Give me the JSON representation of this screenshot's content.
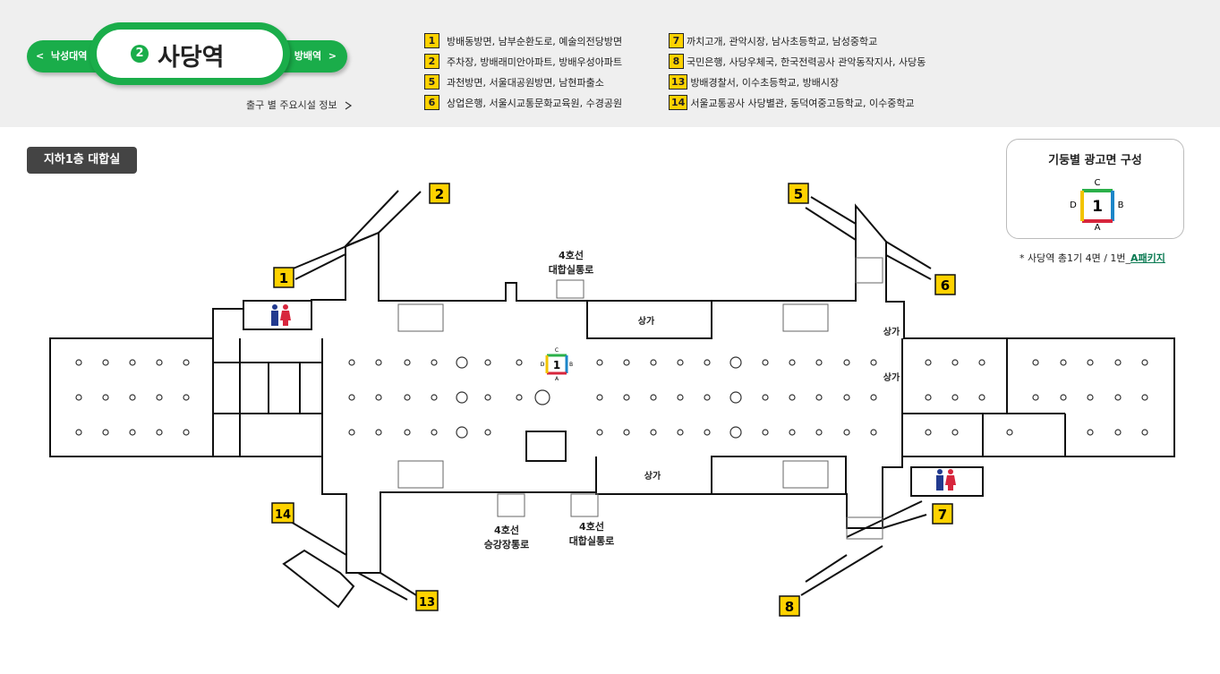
{
  "station": {
    "line_number": "2",
    "name": "사당역",
    "prev": "낙성대역",
    "next": "방배역",
    "prev_arrow": "<",
    "next_arrow": ">",
    "exit_info_link": "출구 별 주요시설 정보"
  },
  "exits_col1": [
    {
      "number": "1",
      "text": "방배동방면, 남부순환도로, 예술의전당방면"
    },
    {
      "number": "2",
      "text": "주차장, 방배래미안아파트, 방배우성아파트"
    },
    {
      "number": "5",
      "text": "과천방면, 서울대공원방면, 남현파출소"
    },
    {
      "number": "6",
      "text": "상업은행, 서울시교통문화교육원, 수경공원"
    }
  ],
  "exits_col2": [
    {
      "number": "7",
      "text": "까치고개, 관악시장, 남사초등학교, 남성중학교"
    },
    {
      "number": "8",
      "text": "국민은행, 사당우체국, 한국전력공사 관악동작지사, 사당동"
    },
    {
      "number": "13",
      "text": "방배경찰서, 이수초등학교, 방배시장"
    },
    {
      "number": "14",
      "text": "서울교통공사 사당별관, 동덕여중고등학교, 이수중학교"
    }
  ],
  "floor_label": "지하1층 대합실",
  "legend": {
    "title": "기둥별 광고면 구성",
    "pillar_number": "1",
    "sides": {
      "top": "C",
      "right": "B",
      "bottom": "A",
      "left": "D"
    },
    "note_prefix": "* 사당역 총1기 4면 / 1번_",
    "note_package": "A패키지"
  },
  "map": {
    "exit_markers": [
      "1",
      "2",
      "5",
      "6",
      "7",
      "8",
      "13",
      "14"
    ],
    "labels": {
      "transfer_line4_top_1": "4호선",
      "transfer_line4_top_2": "대합실통로",
      "transfer_line4_bottom_left_1": "4호선",
      "transfer_line4_bottom_left_2": "승강장통로",
      "transfer_line4_bottom_right_1": "4호선",
      "transfer_line4_bottom_right_2": "대합실통로",
      "shop_top": "상가",
      "shop_bottom": "상가",
      "shop_right_1": "상가",
      "shop_right_2": "상가"
    },
    "pillar_ad": {
      "number": "1",
      "top": "C",
      "right": "B",
      "bottom": "A",
      "left": "D"
    },
    "colors": {
      "line2_green": "#1aad4a",
      "exit_yellow": "#ffd200",
      "pillar_blue": "#1c86c8",
      "pillar_green": "#2bb04a",
      "pillar_red": "#d7263d",
      "pillar_yellow": "#f2c400",
      "restroom_male": "#223a8f",
      "restroom_female": "#d7263d"
    }
  }
}
